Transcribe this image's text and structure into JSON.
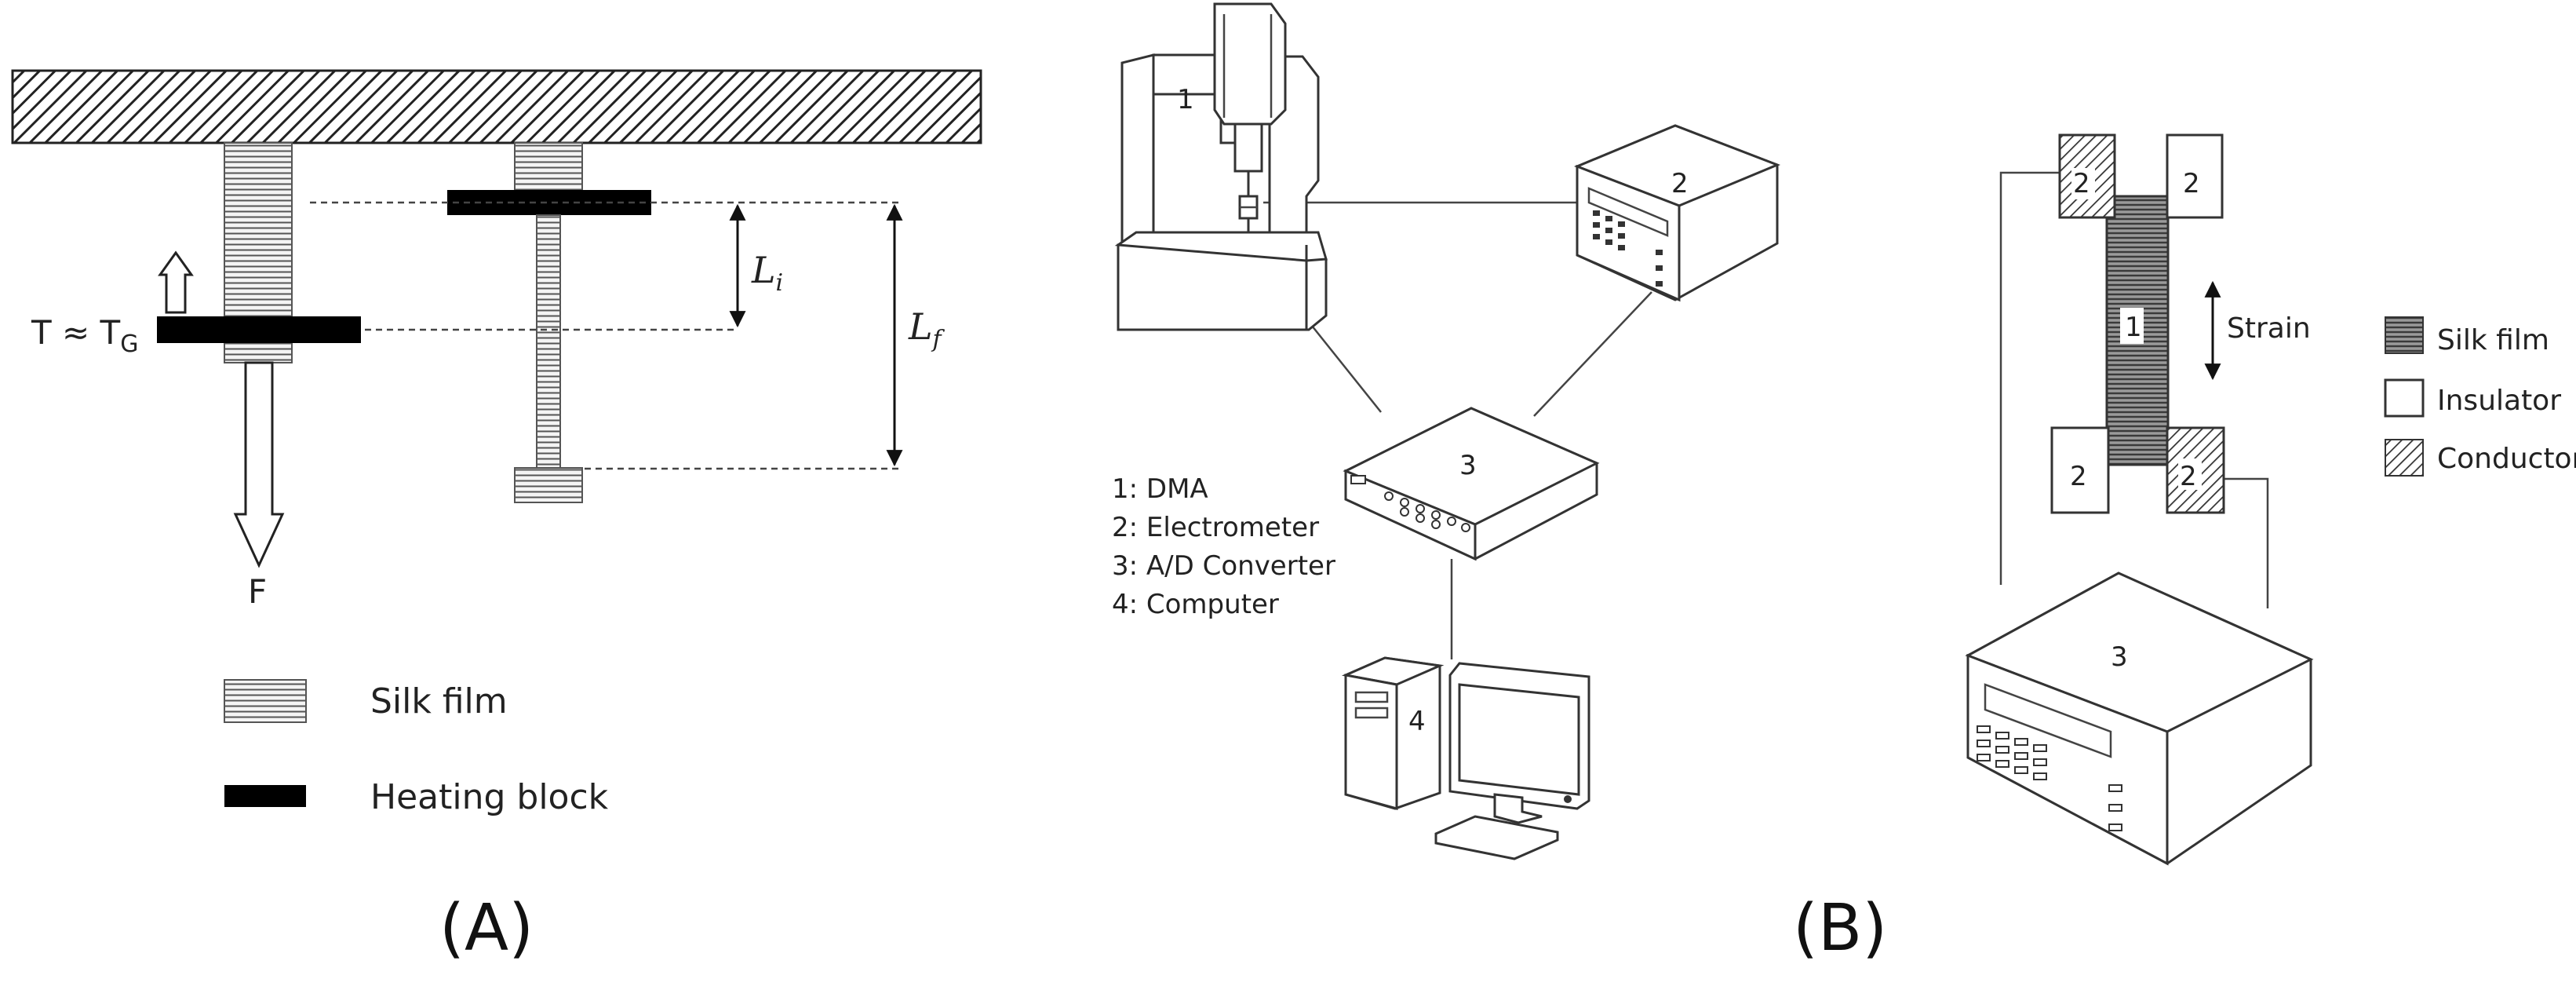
{
  "panel_a": {
    "label": "(A)",
    "temperature_label": "T ≈ T",
    "temperature_sub": "G",
    "force_label": "F",
    "initial_length_label": "L",
    "initial_length_sub": "i",
    "final_length_label": "L",
    "final_length_sub": "f",
    "legend": [
      {
        "swatch": "silk-film",
        "text": "Silk film"
      },
      {
        "swatch": "heating-block",
        "text": "Heating block"
      }
    ]
  },
  "panel_b": {
    "label": "(B)",
    "devices": [
      {
        "number": "1",
        "name": "DMA"
      },
      {
        "number": "2",
        "name": "Electrometer"
      },
      {
        "number": "3",
        "name": "A/D Converter"
      },
      {
        "number": "4",
        "name": "Computer"
      }
    ],
    "device_list": [
      "1: DMA",
      "2: Electrometer",
      "3: A/D Converter",
      "4: Computer"
    ],
    "sample": {
      "film_number": "1",
      "clamp_number": "2",
      "meter_number": "3",
      "strain_label": "Strain"
    },
    "legend": [
      {
        "swatch": "silk-film",
        "text": "Silk film"
      },
      {
        "swatch": "insulator",
        "text": "Insulator"
      },
      {
        "swatch": "conductor",
        "text": "Conductor"
      }
    ]
  }
}
